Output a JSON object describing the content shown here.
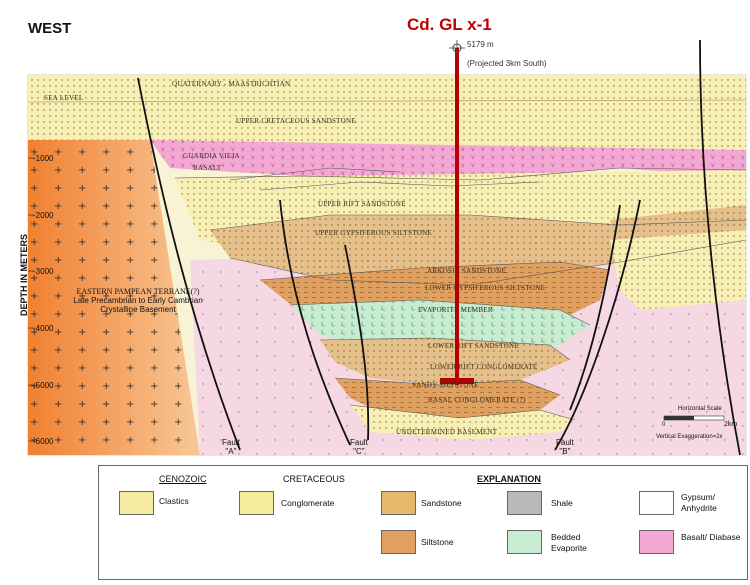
{
  "title_left": "WEST",
  "well": {
    "name": "Cd. GL x-1",
    "elevation": "5179 m",
    "note": "(Projected 3km South)"
  },
  "axis": {
    "label": "DEPTH IN METERS",
    "ticks": [
      "-1000",
      "-2000",
      "-3000",
      "-4000",
      "-5000",
      "-6000"
    ]
  },
  "units": {
    "quaternary": "QUATERNARY - MAASTRICHTIAN",
    "sea_level": "SEA LEVEL",
    "upper_cret_ss": "UPPER CRETACEOUS SANDSTONE",
    "guardia_vieja": "GUARDIA VIEJA",
    "basalt": "BASALT",
    "upper_rift_ss": "UPPER RIFT SANDSTONE",
    "upper_gyp_silt": "UPPER GYPSIFEROUS SILTSTONE",
    "arkosic_ss": "ARKOSIC SANDSTONE",
    "lower_gyp_silt": "LOWER GYPSIFEROUS SILTSTONE",
    "evaporite_member": "EVAPORITE MEMBER",
    "lower_rift_ss": "LOWER RIFT SANDSTONE",
    "lower_rift_cong": "LOWER RIFT CONGLOMERATE",
    "sandy_siltstone": "SANDY SILTSTONE",
    "basal_cong": "BASAL CONGLOMERATE (?)",
    "undetermined_basement": "UNDETERMINED BASEMENT",
    "terrane_1": "EASTERN PAMPEAN TERRANE(?)",
    "terrane_2": "Late Precambrian to Early Cambrian",
    "terrane_3": "Crystalline Basement"
  },
  "faults": [
    {
      "name": "Fault",
      "id": "\"A\""
    },
    {
      "name": "Fault",
      "id": "\"C\""
    },
    {
      "name": "Fault",
      "id": "\"B\""
    }
  ],
  "scale": {
    "horizontal": "Horizontal Scale",
    "km": "2km",
    "zero": "0",
    "vert": "Vertical Exaggeration=2x"
  },
  "legend": {
    "groups": [
      "CENOZOIC",
      "CRETACEOUS",
      "EXPLANATION"
    ],
    "items": [
      {
        "label": "Clastics",
        "color": "#f4eaa0"
      },
      {
        "label": "Conglomerate",
        "color": "#f6ee9c"
      },
      {
        "label": "Sandstone",
        "color": "#e8b86a"
      },
      {
        "label": "Shale",
        "color": "#b9b9b9"
      },
      {
        "label": "Gypsum/ Anhydrite",
        "color": "#ffffff"
      },
      {
        "label": "Siltstone",
        "color": "#e0a060"
      },
      {
        "label": "Bedded Evaporite",
        "color": "#c8ecd2"
      },
      {
        "label": "Basalt/ Diabase",
        "color": "#f2a8d2"
      }
    ]
  },
  "colors": {
    "well": "#b40000",
    "basement": "#f0a058",
    "basalt": "#f2a8d2",
    "cream": "#f7efb4",
    "tan": "#e6c08a"
  }
}
